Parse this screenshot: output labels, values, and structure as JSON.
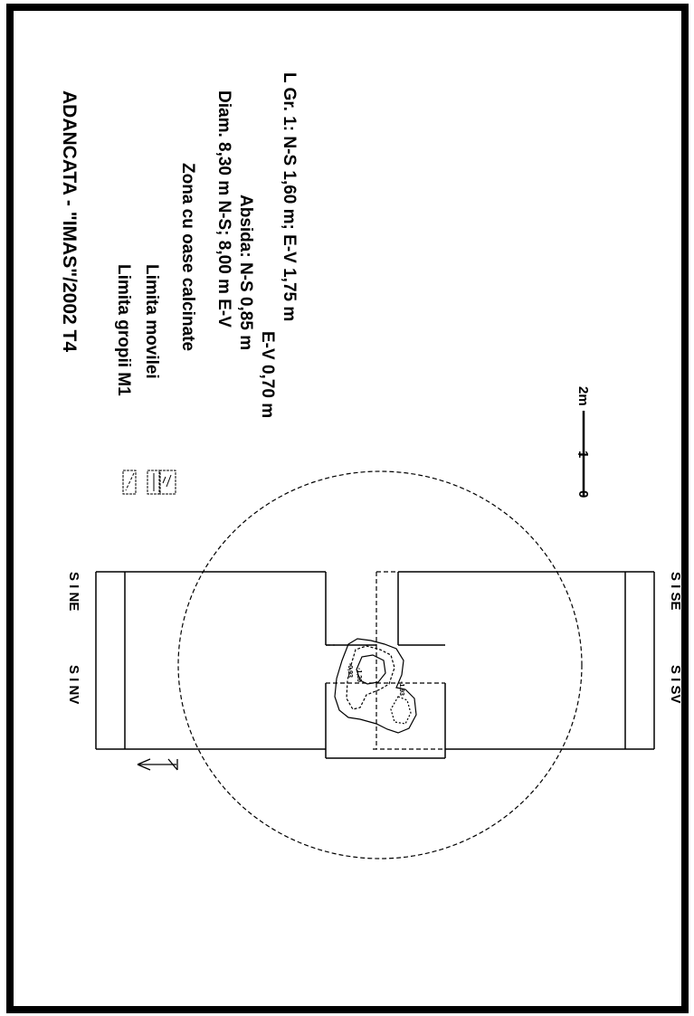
{
  "title": "ADANCATA - \"IMAS\"/2002 T4",
  "legend": {
    "item1": "Limita gropii M1",
    "item2": "Limita movilei",
    "item3": "Zona cu oase calcinate"
  },
  "dimensions": {
    "line1": "Diam. 8,30 m N-S; 8,00 m E-V",
    "line2": "Absida: N-S 0,85 m",
    "line3": "E-V 0,70 m",
    "line4": "L Gr. 1: N-S 1,60 m; E-V 1,75 m"
  },
  "scale": {
    "zero": "0",
    "one": "1",
    "two": "2m"
  },
  "sections": {
    "nv": "S I NV",
    "ne": "S I NE",
    "sv": "S I SV",
    "se": "S I SE"
  },
  "depths": {
    "d1": "-0,93",
    "d2": "-1,20",
    "d3": "-1,93"
  }
}
